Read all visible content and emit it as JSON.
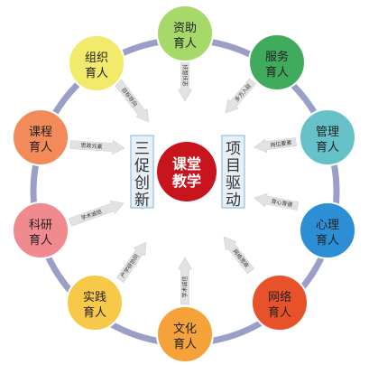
{
  "center": {
    "line1": "课堂",
    "line2": "教学",
    "color": "#c8141c"
  },
  "left_box": {
    "chars": [
      "三",
      "促",
      "创",
      "新"
    ]
  },
  "right_box": {
    "chars": [
      "项",
      "目",
      "驱",
      "动"
    ]
  },
  "ring_color": "#9a9fc8",
  "arrow_color": "#e2e2e2",
  "nodes": [
    {
      "id": "zizhu",
      "line1": "资助",
      "line2": "育人",
      "color": "#a6d96a",
      "arrow_text": "扶智扶志"
    },
    {
      "id": "fuwu",
      "line1": "服务",
      "line2": "育人",
      "color": "#41ab5d",
      "arrow_text": "多方入驻"
    },
    {
      "id": "guanli",
      "line1": "管理",
      "line2": "育人",
      "color": "#66c2c8",
      "arrow_text": "岗位要素"
    },
    {
      "id": "xinli",
      "line1": "心理",
      "line2": "育人",
      "color": "#2c8fd6",
      "arrow_text": "育心育德"
    },
    {
      "id": "wangluo",
      "line1": "网络",
      "line2": "育人",
      "color": "#e8522b",
      "arrow_text": "网络思政"
    },
    {
      "id": "wenhua",
      "line1": "文化",
      "line2": "育人",
      "color": "#f5a23a",
      "arrow_text": "学术诚信"
    },
    {
      "id": "shijian",
      "line1": "实践",
      "line2": "育人",
      "color": "#f7c948",
      "arrow_text": "产学研协同"
    },
    {
      "id": "keyan",
      "line1": "科研",
      "line2": "育人",
      "color": "#f08a8f",
      "arrow_text": "学术诚信"
    },
    {
      "id": "kecheng",
      "line1": "课程",
      "line2": "育人",
      "color": "#f28a5a",
      "arrow_text": "思政元素"
    },
    {
      "id": "zuzhi",
      "line1": "组织",
      "line2": "育人",
      "color": "#f2ea6a",
      "arrow_text": "目标导向"
    }
  ]
}
